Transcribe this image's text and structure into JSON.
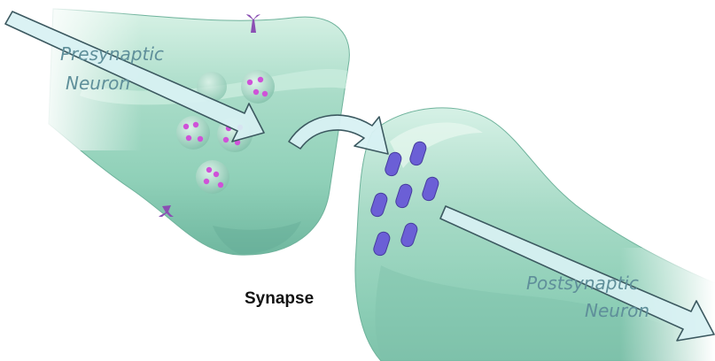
{
  "labels": {
    "presynaptic_line1": "Presynaptic",
    "presynaptic_line2": "Neuron",
    "postsynaptic_line1": "Postsynaptic",
    "postsynaptic_line2": "Neuron",
    "synapse": "Synapse"
  },
  "colors": {
    "neuron_body": "#9fd9c4",
    "neuron_highlight": "#e6f7ef",
    "neuron_shadow": "#5fa791",
    "arrow_fill": "#d8f1f3",
    "arrow_stroke": "#3c5960",
    "receptor": "#6b5fd6",
    "neurotransmitter": "#cf52d8",
    "surface_receptor": "#8a4fb3"
  },
  "icons": {
    "vesicle": "vesicle-icon",
    "receptor": "receptor-icon",
    "flow_arrow": "arrow-icon"
  }
}
